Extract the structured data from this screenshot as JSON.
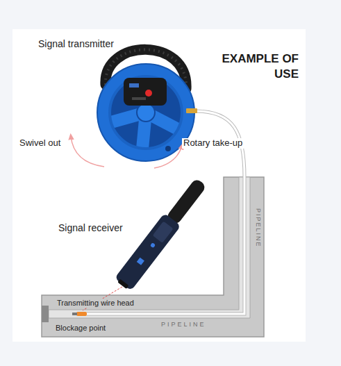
{
  "diagram": {
    "title": "EXAMPLE OF USE",
    "labels": [
      "Signal transmitter",
      "Swivel out",
      "Rotary take-up",
      "Signal receiver",
      "PIPELINE",
      "Transmitting wire head",
      "PIPELINE",
      "Blockage point"
    ]
  }
}
